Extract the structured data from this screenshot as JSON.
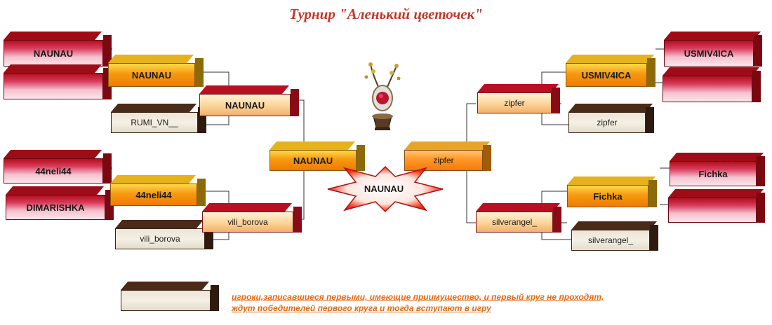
{
  "title": "Турнир \"Аленький цветочек\"",
  "final_winner": "NAUNAU",
  "note": {
    "line1": "игроки,записавшиеся первыми, имеющие приимущество, и первый круг не проходят,",
    "line2": "ждут победителей первого круга и тогда вступают в игру"
  },
  "left": {
    "r1": [
      {
        "name": "NAUNAU"
      },
      {
        "name": ""
      },
      {
        "name": "44neli44"
      },
      {
        "name": "DIMARISHKA"
      }
    ],
    "r2": [
      {
        "name": "NAUNAU"
      },
      {
        "name": "44neli44"
      }
    ],
    "seeded": [
      {
        "name": "RUMI_VN__"
      },
      {
        "name": "vili_borova"
      }
    ],
    "r3": [
      {
        "name": "NAUNAU"
      },
      {
        "name": "vili_borova"
      }
    ],
    "semi": {
      "name": "NAUNAU"
    }
  },
  "right": {
    "r1": [
      {
        "name": "USMIV4ICA"
      },
      {
        "name": ""
      },
      {
        "name": "Fichka"
      },
      {
        "name": ""
      }
    ],
    "r2": [
      {
        "name": "USMIV4ICA"
      },
      {
        "name": "Fichka"
      }
    ],
    "seeded": [
      {
        "name": "zipfer"
      },
      {
        "name": "silverangel_"
      }
    ],
    "r3": [
      {
        "name": "zipfer"
      },
      {
        "name": "silverangel_"
      }
    ],
    "semi": {
      "name": "zipfer"
    }
  },
  "legend_box": {
    "name": ""
  },
  "colors": {
    "title": "#c0392b",
    "note": "#e36a10",
    "red": "#b0101e",
    "gold": "#f59a10",
    "brown": "#4a2a18"
  }
}
